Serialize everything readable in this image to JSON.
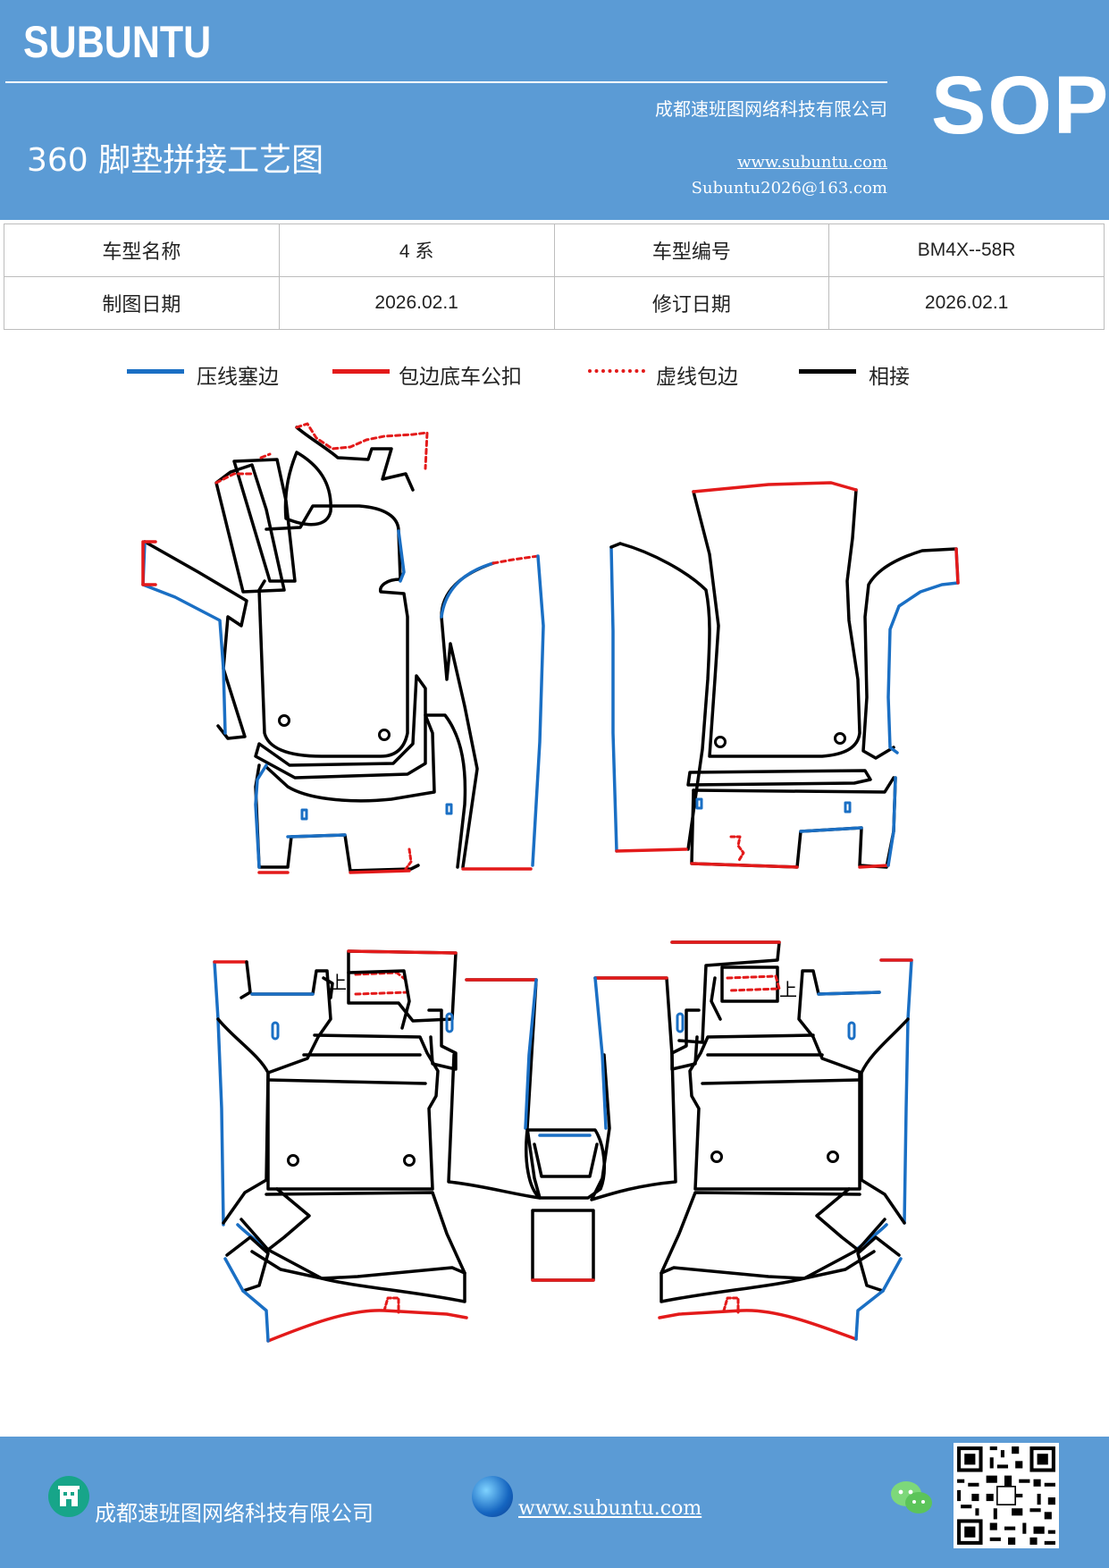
{
  "header": {
    "brand": "SUBUNTU",
    "company": "成都速班图网络科技有限公司",
    "title": "360 脚垫拼接工艺图",
    "website": "www.subuntu.com",
    "email": "Subuntu2026@163.com",
    "badge": "SOP"
  },
  "info_table": {
    "row1": {
      "label1": "车型名称",
      "value1": "4 系",
      "label2": "车型编号",
      "value2": "BM4X--58R"
    },
    "row2": {
      "label1": "制图日期",
      "value1": "2026.02.1",
      "label2": "修订日期",
      "value2": "2026.02.1"
    }
  },
  "legend": [
    {
      "label": "压线塞边",
      "color": "#1a6fc4",
      "style": "solid"
    },
    {
      "label": "包边底车公扣",
      "color": "#e31a1a",
      "style": "solid"
    },
    {
      "label": "虚线包边",
      "color": "#e31a1a",
      "style": "dotted"
    },
    {
      "label": "相接",
      "color": "#000000",
      "style": "solid"
    }
  ],
  "drawing": {
    "marks": {
      "top_left": "上",
      "top_right": "上"
    }
  },
  "footer": {
    "company": "成都速班图网络科技有限公司",
    "website": "www.subuntu.com",
    "icons": [
      "company-icon",
      "globe-icon",
      "wechat-icon",
      "qr-code"
    ]
  },
  "colors": {
    "header_bg": "#5b9bd5",
    "blue_line": "#1a6fc4",
    "red_line": "#e31a1a"
  }
}
